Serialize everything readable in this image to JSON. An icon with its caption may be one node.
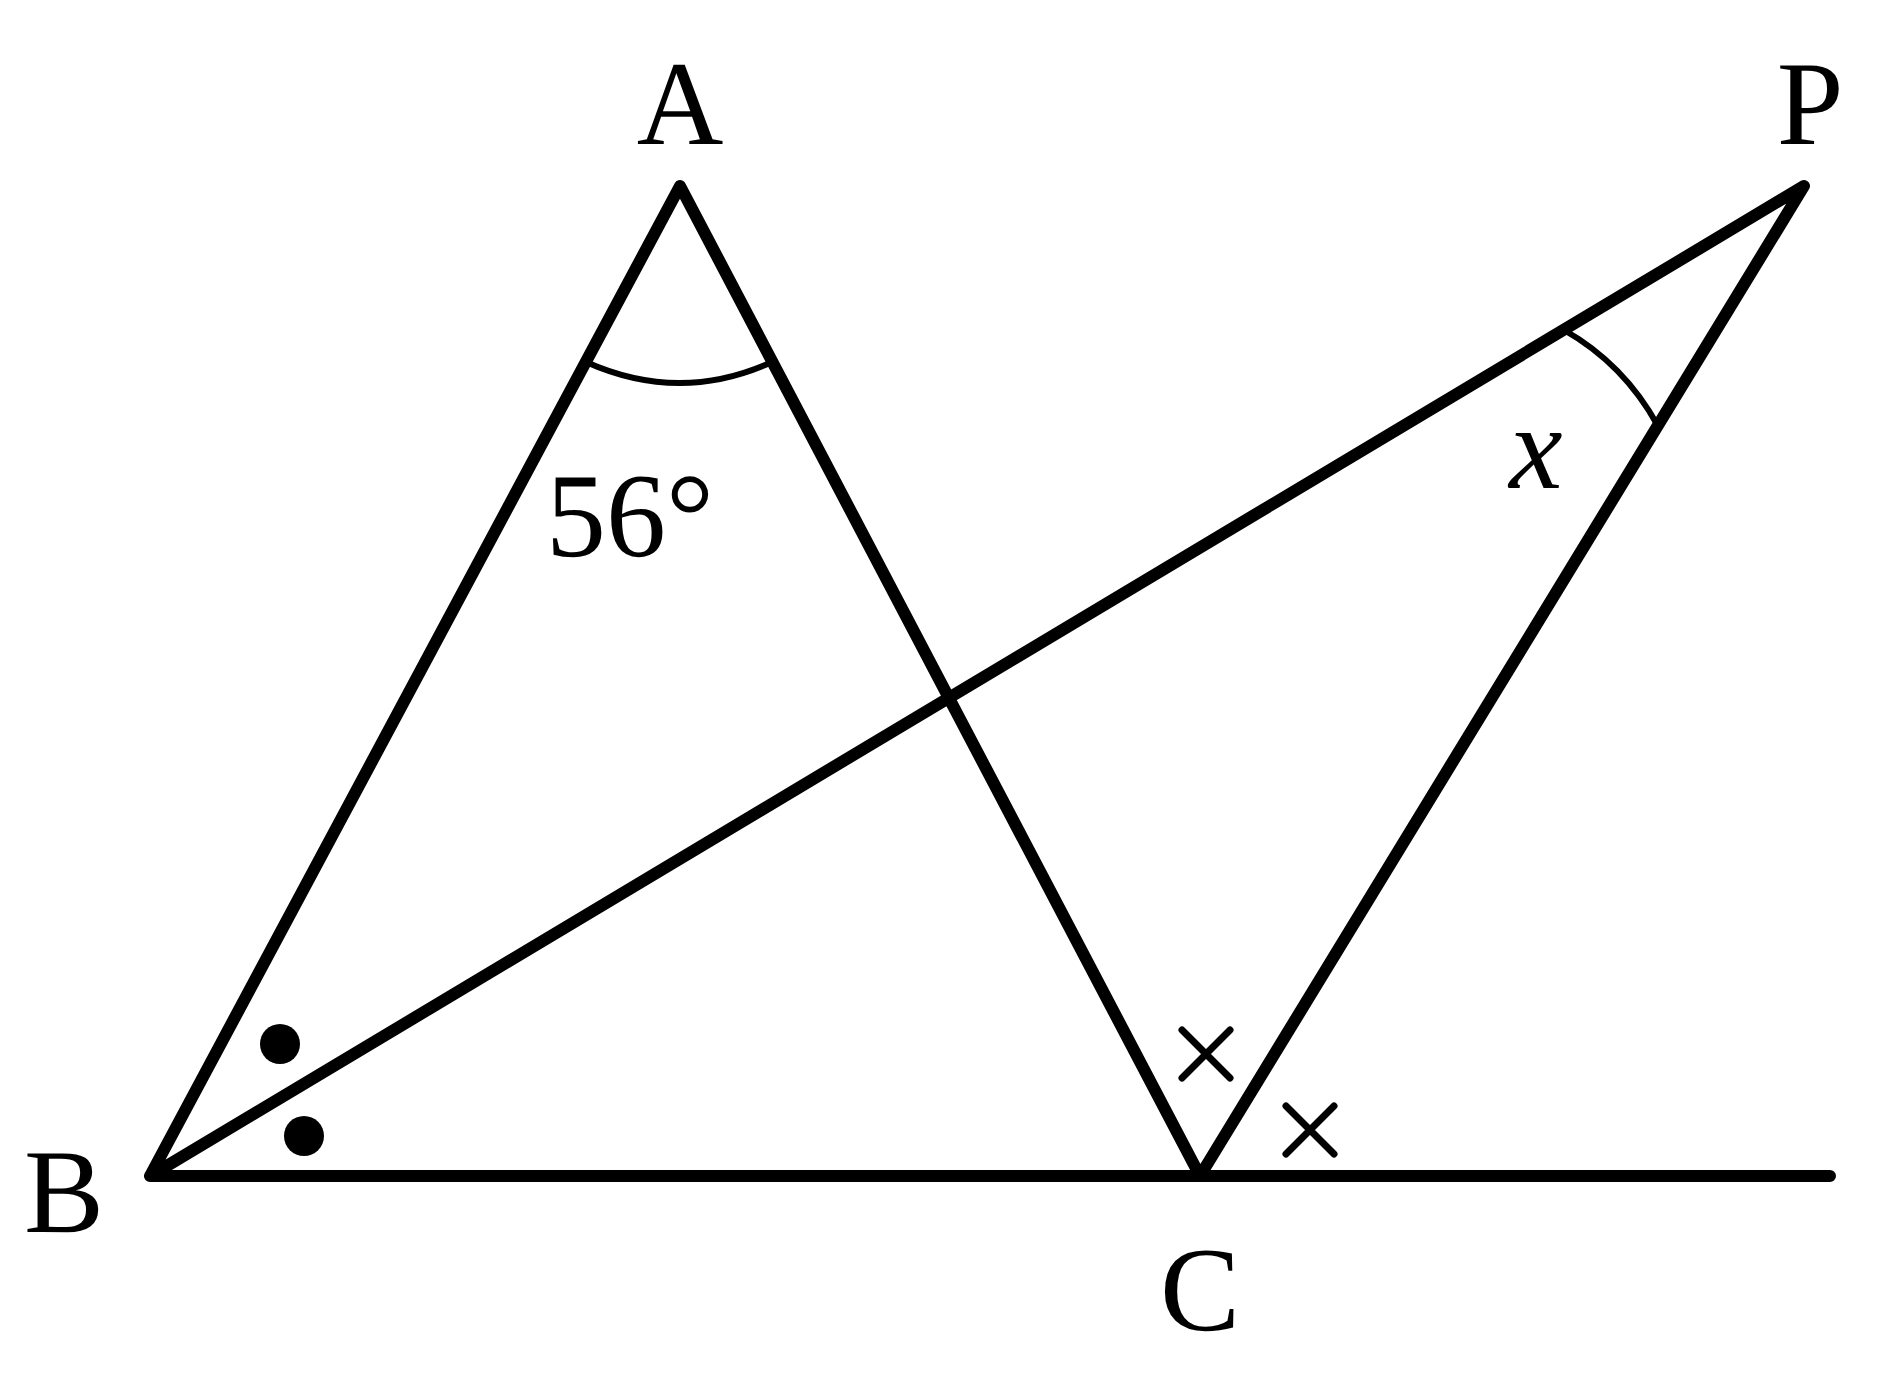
{
  "diagram": {
    "labels": [
      "A",
      "P",
      "56°",
      "x",
      "B",
      "C"
    ]
  }
}
